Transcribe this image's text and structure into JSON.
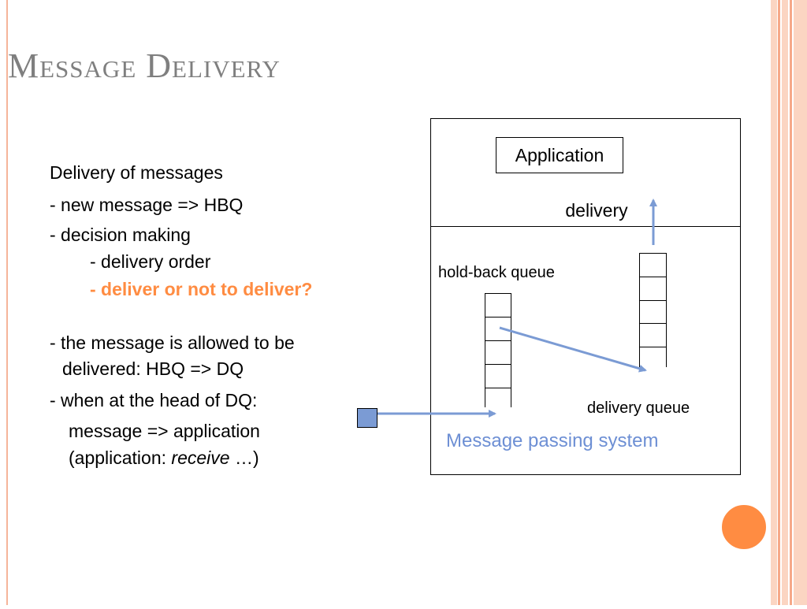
{
  "slide": {
    "title": "Message Delivery",
    "colors": {
      "title": "#7f7f7f",
      "accent_orange": "#ff8c42",
      "stripe_light": "#fbd5c2",
      "stripe_dark": "#f6a989",
      "left_rule": "#f5b59a",
      "arrow_blue": "#7b9bd4",
      "square_fill": "#7b9bd4",
      "msg_system_text": "#6d8fd4"
    }
  },
  "bullets": {
    "line1": "Delivery of messages",
    "line2": "- new message => HBQ",
    "line3": "- decision making",
    "line4": "- delivery order",
    "line5": "- deliver or not to deliver?",
    "line6": "- the message is allowed to be",
    "line7": "delivered: HBQ => DQ",
    "line8": "- when at the head of DQ:",
    "line9": "message => application",
    "line10_prefix": "(application: ",
    "line10_italic": "receive",
    "line10_suffix": " …)"
  },
  "diagram": {
    "application_label": "Application",
    "delivery_label": "delivery",
    "hold_back_queue_label": "hold-back queue",
    "delivery_queue_label": "delivery queue",
    "message_passing_system_label": "Message passing system"
  },
  "decorations": {
    "orange_circle": "accent-circle"
  }
}
